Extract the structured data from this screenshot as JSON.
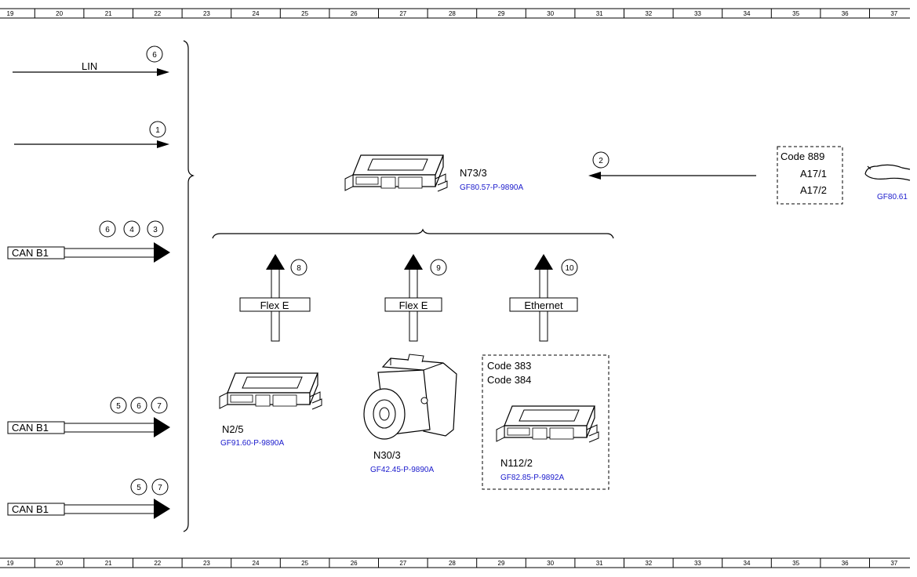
{
  "ruler": {
    "numbers": [
      "19",
      "20",
      "21",
      "22",
      "23",
      "24",
      "25",
      "26",
      "27",
      "28",
      "29",
      "30",
      "31",
      "32",
      "33",
      "34",
      "35",
      "36",
      "37"
    ]
  },
  "left_signals": [
    {
      "label": "LIN",
      "circles": [
        "6"
      ]
    },
    {
      "label": "",
      "circles": [
        "1"
      ]
    },
    {
      "label": "CAN B1",
      "circles": [
        "6",
        "4",
        "3"
      ]
    },
    {
      "label": "CAN B1",
      "circles": [
        "5",
        "6",
        "7"
      ]
    },
    {
      "label": "CAN B1",
      "circles": [
        "5",
        "7"
      ]
    }
  ],
  "central_unit": {
    "name": "N73/3",
    "ref": "GF80.57-P-9890A"
  },
  "right_input": {
    "circle": "2",
    "code": "Code 889",
    "items": [
      "A17/1",
      "A17/2"
    ],
    "ref": "GF80.61"
  },
  "buses": [
    {
      "label": "Flex E",
      "circle": "8"
    },
    {
      "label": "Flex E",
      "circle": "9"
    },
    {
      "label": "Ethernet",
      "circle": "10"
    }
  ],
  "modules": [
    {
      "name": "N2/5",
      "ref": "GF91.60-P-9890A"
    },
    {
      "name": "N30/3",
      "ref": "GF42.45-P-9890A"
    },
    {
      "name": "N112/2",
      "ref": "GF82.85-P-9892A",
      "codes": [
        "Code 383",
        "Code 384"
      ]
    }
  ]
}
